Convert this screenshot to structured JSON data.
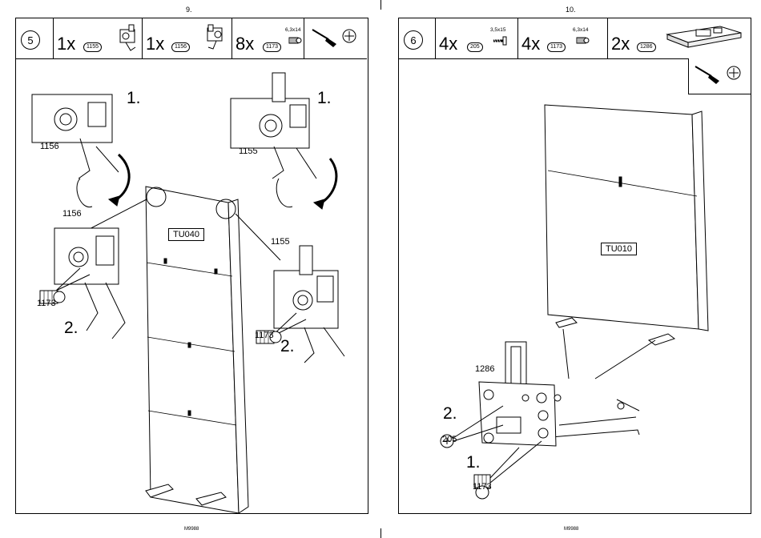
{
  "pages": {
    "left": {
      "page_number": "9.",
      "footer": "M9988",
      "step": "5",
      "parts": [
        {
          "qty": "1x",
          "code": "1155",
          "icon": "hinge-1155-icon"
        },
        {
          "qty": "1x",
          "code": "1156",
          "icon": "hinge-1156-icon"
        },
        {
          "qty": "8x",
          "code": "1173",
          "size": "6,3x14",
          "icon": "dowel-icon"
        }
      ],
      "tool_icon": "screwdriver-icon",
      "panel_label": "TU040",
      "labels": {
        "top_left_code": "1156",
        "top_right_code": "1155",
        "mid_left_code": "1156",
        "mid_right_code": "1155",
        "left_dowel": "1173",
        "right_dowel": "1173",
        "step1_left": "1.",
        "step1_right": "1.",
        "step2_left": "2.",
        "step2_right": "2."
      }
    },
    "right": {
      "page_number": "10.",
      "footer": "M9988",
      "step": "6",
      "parts": [
        {
          "qty": "4x",
          "code": "205",
          "size": "3,5x15",
          "icon": "screw-icon"
        },
        {
          "qty": "4x",
          "code": "1173",
          "size": "6,3x14",
          "icon": "dowel-icon"
        },
        {
          "qty": "2x",
          "code": "1286",
          "icon": "bracket-1286-icon"
        }
      ],
      "tool_icon": "screwdriver-icon",
      "panel_label": "TU010",
      "labels": {
        "bracket_code": "1286",
        "screw_code": "205",
        "dowel_code": "1173",
        "step2": "2.",
        "step1": "1."
      }
    }
  }
}
